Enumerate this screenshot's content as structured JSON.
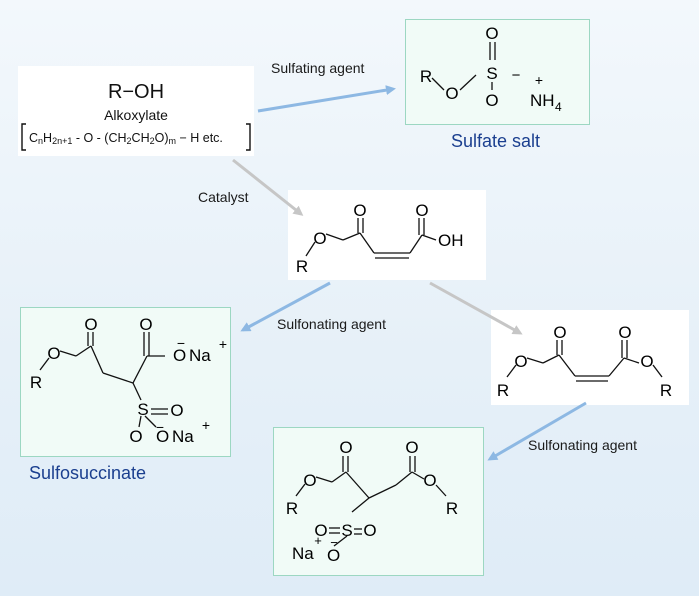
{
  "colors": {
    "blue_arrow": "#8db8e3",
    "gray_arrow": "#c6c6c6",
    "caption": "#1b3f8f",
    "panel_border": "#9cd7c2"
  },
  "alkoxylate": {
    "formula": "R−OH",
    "name": "Alkoxylate",
    "expression_parts": [
      "C",
      "n",
      "H",
      "2n+1",
      " - O - (CH",
      "2",
      "CH",
      "2",
      "O)",
      "m",
      " − H  etc."
    ]
  },
  "arrows": {
    "sulfating": "Sulfating agent",
    "catalyst": "Catalyst",
    "sulfonating_1": "Sulfonating agent",
    "sulfonating_2": "Sulfonating agent"
  },
  "products": {
    "sulfate_salt": "Sulfate salt",
    "sulfosuccinate": "Sulfosuccinate"
  },
  "atoms": {
    "R": "R",
    "O": "O",
    "S": "S",
    "OH": "OH",
    "Na": "Na",
    "NH": "NH",
    "four": "4",
    "minus": "−",
    "plus": "+"
  }
}
